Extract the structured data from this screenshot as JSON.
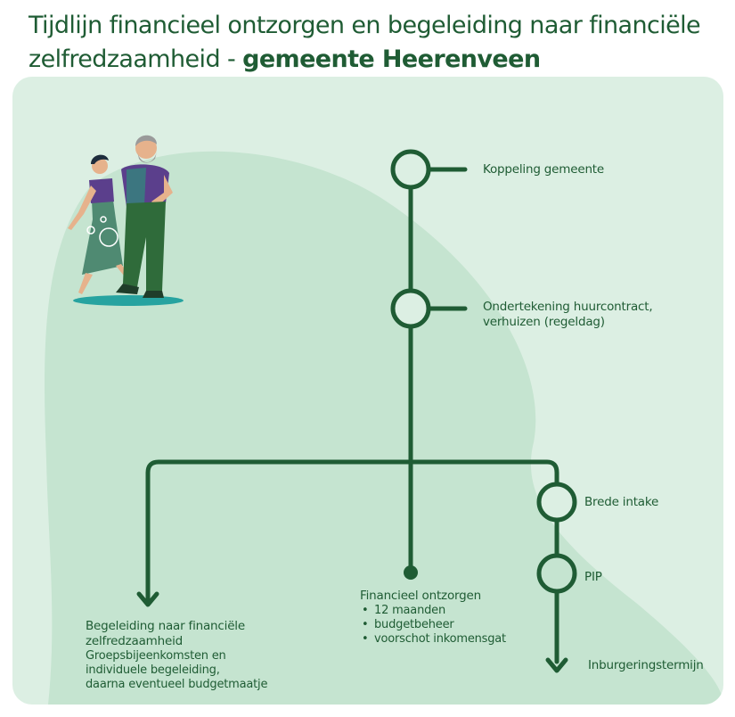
{
  "title": {
    "line1": "Tijdlijn financieel ontzorgen en begeleiding naar financiële",
    "line2_regular": "zelfredzaamheid - ",
    "line2_bold": "gemeente Heerenveen"
  },
  "steps": {
    "koppeling": "Koppeling gemeente",
    "ondertekening_line1": "Ondertekening huurcontract,",
    "ondertekening_line2": "verhuizen (regeldag)",
    "brede_intake": "Brede intake",
    "pip": "PIP",
    "inburgering": "Inburgeringstermijn"
  },
  "financieel_ontzorgen": {
    "title": "Financieel ontzorgen",
    "items": [
      "12 maanden",
      "budgetbeheer",
      "voorschot inkomensgat"
    ]
  },
  "begeleiding": {
    "title_line1": "Begeleiding naar financiële",
    "title_line2": "zelfredzaamheid",
    "desc_line1": "Groepsbijeenkomsten en",
    "desc_line2": "individuele begeleiding,",
    "desc_line3": "daarna eventueel  budgetmaatje"
  },
  "colors": {
    "dark_green": "#1f5c34",
    "panel_bg": "#dcefe3",
    "blob": "#c5e4d0"
  },
  "illustration": "couple-walking-illustration"
}
